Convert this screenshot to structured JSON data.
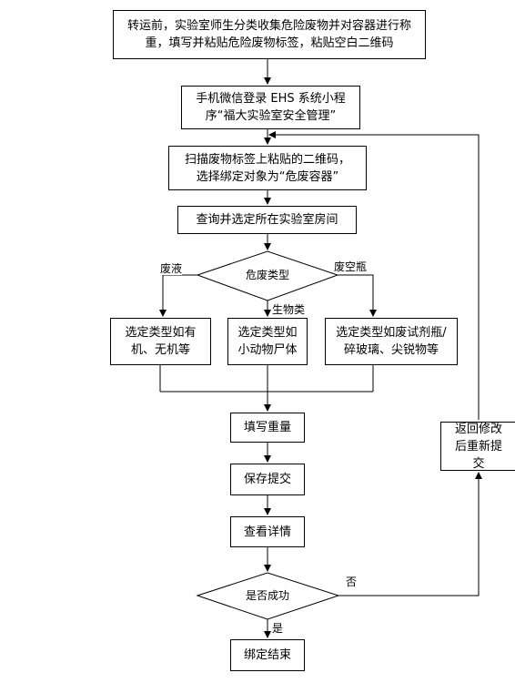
{
  "steps": {
    "pre_transport": "转运前，实验室师生分类收集危险废物并对容器进行称重，填写并粘贴危险废物标签，粘贴空白二维码",
    "wechat_login": "手机微信登录 EHS 系统小程序“福大实验室安全管理”",
    "scan_qr": "扫描废物标签上粘贴的二维码，选择绑定对象为“危废容器”",
    "select_room": "查询并选定所在实验室房间",
    "waste_type": "危废类型",
    "type_liquid": "选定类型如有机、无机等",
    "type_bio": "选定类型如小动物尸体",
    "type_bottle": "选定类型如废试剂瓶/碎玻璃、尖锐物等",
    "fill_weight": "填写重量",
    "save_submit": "保存提交",
    "view_details": "查看详情",
    "success_check": "是否成功",
    "bind_end": "绑定结束",
    "resubmit": "返回修改后重新提交"
  },
  "labels": {
    "liquid": "废液",
    "bottle": "废空瓶",
    "bio": "生物类",
    "no": "否",
    "yes": "是"
  }
}
